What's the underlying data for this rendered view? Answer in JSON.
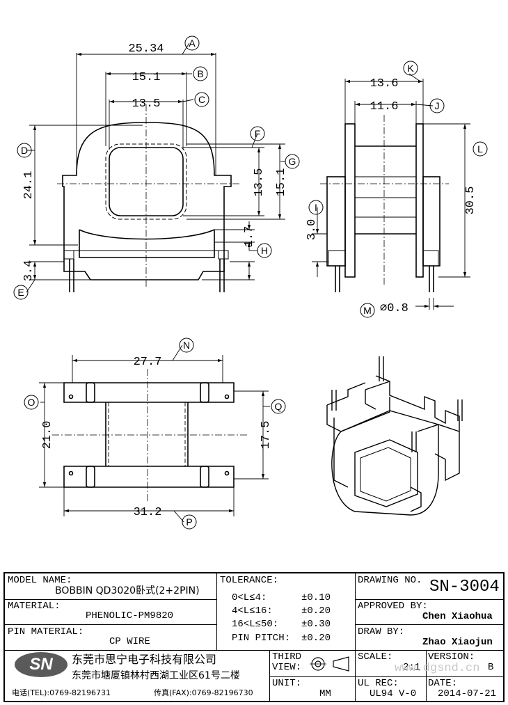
{
  "dims": {
    "a": "25.34",
    "b": "15.1",
    "c": "13.5",
    "d": "24.1",
    "e": "3.4",
    "f_g_inner": "13.5",
    "g": "15.1",
    "h": "1.7",
    "k": "13.6",
    "j": "11.6",
    "l": "30.5",
    "i": "3.0",
    "m": "⌀0.8",
    "n": "27.7",
    "o": "21.0",
    "q": "17.5",
    "p": "31.2"
  },
  "callouts": [
    "A",
    "B",
    "C",
    "D",
    "E",
    "F",
    "G",
    "H",
    "K",
    "J",
    "L",
    "I",
    "M",
    "N",
    "O",
    "Q",
    "P"
  ],
  "title_block": {
    "model_name_label": "MODEL NAME:",
    "model_name": "BOBBIN QD3020卧式(2+2PIN)",
    "material_label": "MATERIAL:",
    "material": "PHENOLIC-PM9820",
    "pin_material_label": "PIN MATERIAL:",
    "pin_material": "CP WIRE",
    "tolerance_label": "TOLERANCE:",
    "tol": [
      {
        "range": "0<L≤4:",
        "value": "±0.10"
      },
      {
        "range": "4<L≤16:",
        "value": "±0.20"
      },
      {
        "range": "16<L≤50:",
        "value": "±0.30"
      },
      {
        "range": "PIN PITCH:",
        "value": "±0.20"
      }
    ],
    "drawing_no_label": "DRAWING NO.",
    "drawing_no": "SN-3004",
    "approved_label": "APPROVED BY:",
    "approved": "Chen Xiaohua",
    "draw_label": "DRAW BY:",
    "draw": "Zhao Xiaojun",
    "logo": "SN",
    "company_cn": "东莞市思宁电子科技有限公司",
    "address_cn": "东莞市塘厦镇林村西湖工业区61号二楼",
    "tel": "电话(TEL):0769-82196731",
    "fax": "传真(FAX):0769-82196730",
    "third_view_label1": "THIRD",
    "third_view_label2": "VIEW:",
    "unit_label": "UNIT:",
    "unit": "MM",
    "scale_label": "SCALE:",
    "scale": "2:1",
    "version_label": "VERSION:",
    "version": "B",
    "ul_label": "UL REC:",
    "ul": "UL94 V-0",
    "date_label": "DATE:",
    "date": "2014-07-21",
    "watermark": "www.dgsnd.cn"
  }
}
